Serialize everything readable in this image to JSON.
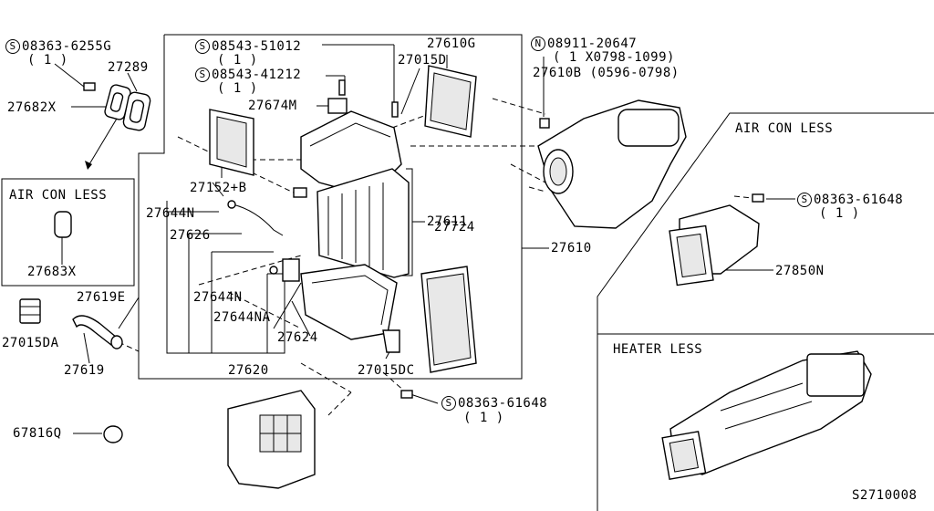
{
  "diagram": {
    "drawing_number": "S2710008",
    "labels": {
      "p_08363_6255G": "08363-6255G",
      "p_08363_6255G_qty": "( 1 )",
      "p_27289": "27289",
      "p_27682X": "27682X",
      "p_air_con_less_left": "AIR CON LESS",
      "p_27683X": "27683X",
      "p_27619E": "27619E",
      "p_27015DA": "27015DA",
      "p_27619": "27619",
      "p_67816Q": "67816Q",
      "p_08543_51012": "08543-51012",
      "p_08543_51012_qty": "( 1 )",
      "p_08543_41212": "08543-41212",
      "p_08543_41212_qty": "( 1 )",
      "p_27674M": "27674M",
      "p_27610G": "27610G",
      "p_27015D": "27015D",
      "p_27152B": "27152+B",
      "p_27644N_a": "27644N",
      "p_27626": "27626",
      "p_27644N_b": "27644N",
      "p_27644NA": "27644NA",
      "p_27624": "27624",
      "p_27620": "27620",
      "p_27015DC": "27015DC",
      "p_27611": "27611",
      "p_27724": "27724",
      "p_27610": "27610",
      "p_08911_20647": "08911-20647",
      "p_08911_20647_qty": "( 1 X0798-1099)",
      "p_27610B": "27610B (0596-0798)",
      "p_air_con_less_right": "AIR CON LESS",
      "p_08363_61648_a": "08363-61648",
      "p_08363_61648_a_qty": "( 1 )",
      "p_27850N": "27850N",
      "p_heater_less": "HEATER LESS",
      "p_08363_61648_b": "08363-61648",
      "p_08363_61648_b_qty": "( 1 )"
    },
    "symbols": {
      "s": "S",
      "n": "N"
    }
  }
}
